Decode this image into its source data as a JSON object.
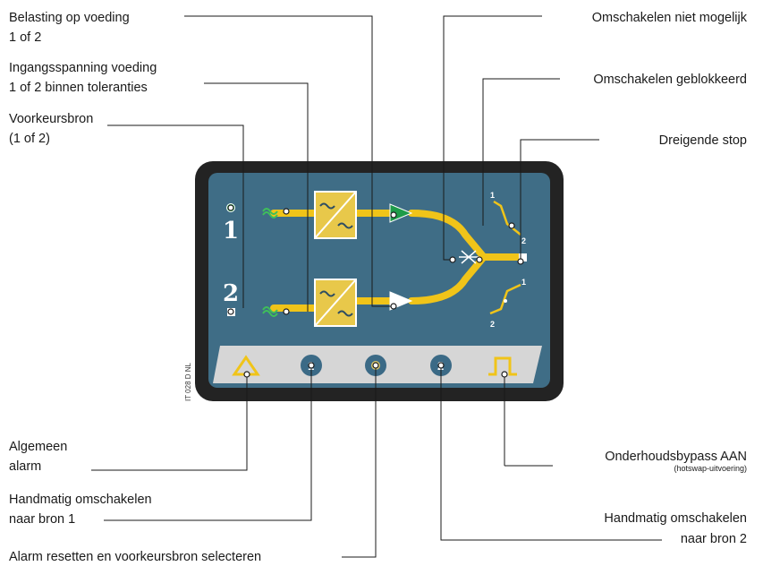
{
  "labels": {
    "belasting_line1": "Belasting op voeding",
    "belasting_line2": "1 of 2",
    "ingang_line1": "Ingangsspanning voeding",
    "ingang_line2": "1 of 2 binnen toleranties",
    "voorkeur_line1": "Voorkeursbron",
    "voorkeur_line2": "(1 of 2)",
    "niet_mogelijk": "Omschakelen niet mogelijk",
    "geblokkeerd": "Omschakelen geblokkeerd",
    "dreigende_stop": "Dreigende stop",
    "algemeen_line1": "Algemeen",
    "algemeen_line2": "alarm",
    "handmatig1_line1": "Handmatig omschakelen",
    "handmatig1_line2": "naar bron 1",
    "alarm_resetten": "Alarm resetten en voorkeursbron selecteren",
    "onderhoud_line1": "Onderhoudsbypass AAN",
    "onderhoud_line2": "(hotswap-uitvoering)",
    "handmatig2_line1": "Handmatig omschakelen",
    "handmatig2_line2": "naar bron 2"
  },
  "side_code": "IT 028 D NL",
  "panel": {
    "source1_digit": "1",
    "source2_digit": "2",
    "switch_top_1": "1",
    "switch_top_2": "2",
    "switch_bottom_1": "1",
    "switch_bottom_2": "2",
    "btn1_digit": "1",
    "btn2_digit": "2",
    "preferred_source_1_active": true,
    "preferred_source_2_active": false
  },
  "colors": {
    "bezel": "#232323",
    "screen": "#3f6d86",
    "power_path": "#f0c419",
    "active_arrow": "#1e9b49",
    "active_led": "#2fb457",
    "button_bar": "#d6d6d6",
    "button": "#3b6a86",
    "alarm_triangle": "#f0c419"
  },
  "icons": [
    "sine-wave-icon",
    "converter-icon",
    "output-arrow-icon",
    "transfer-switch-icon",
    "alarm-triangle-icon",
    "bypass-pulse-icon"
  ]
}
